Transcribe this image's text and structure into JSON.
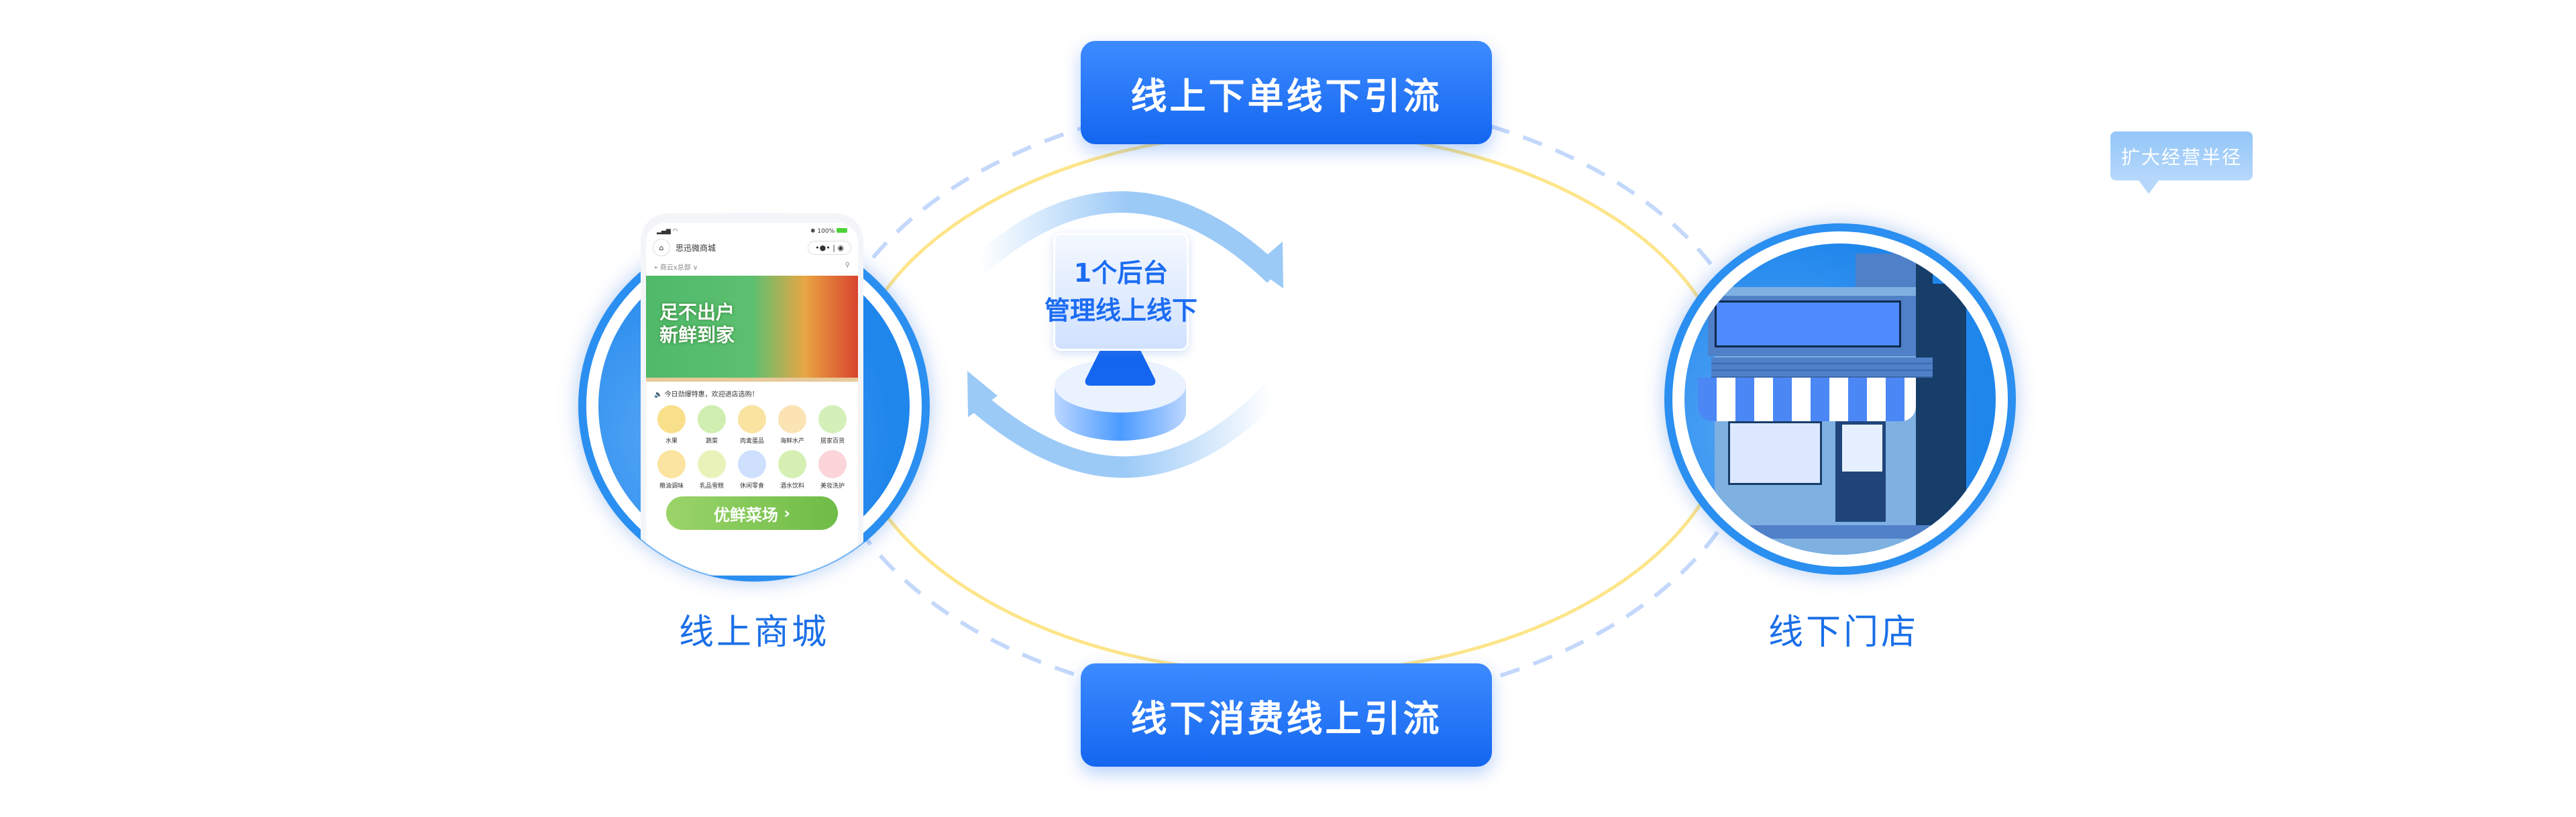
{
  "top_flow": "线上下单线下引流",
  "bottom_flow": "线下消费线上引流",
  "center": {
    "line1": "1个后台",
    "line2": "管理线上线下"
  },
  "left": {
    "label": "线上商城"
  },
  "right": {
    "label": "线下门店"
  },
  "tooltip": "扩大经营半径",
  "phone": {
    "battery": "100%",
    "title": "思迅微商城",
    "location": "商云x总部",
    "banner_line1": "足不出户",
    "banner_line2": "新鲜到家",
    "notice": "今日劲爆特惠，欢迎进店选购！",
    "categories": [
      "水果",
      "蔬菜",
      "肉禽蛋品",
      "海鲜水产",
      "居家百货",
      "粮油调味",
      "乳品雪糕",
      "休闲零食",
      "酒水饮料",
      "美妆洗护"
    ],
    "bottom_banner": "优鲜菜场"
  },
  "colors": {
    "primary": "#1466f0",
    "ring": "#2a8ff0",
    "yellow": "#fde58a",
    "arrow": "#9ccaf7"
  }
}
